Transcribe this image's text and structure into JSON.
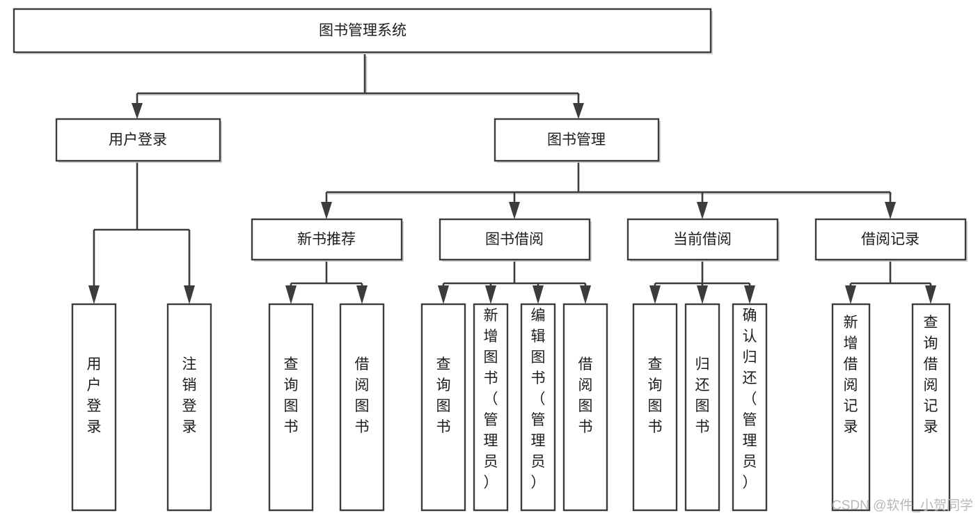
{
  "diagram": {
    "type": "tree",
    "title": "图书管理系统",
    "watermark": "CSDN @软件_小贺同学",
    "colors": {
      "background": "#ffffff",
      "box_fill": "#ffffff",
      "box_stroke": "#3c3c3c",
      "connector": "#3c3c3c",
      "shadow": "#c9c9c9",
      "text": "#1c1c1c",
      "watermark": "#b8b8b8"
    },
    "levels": {
      "root": {
        "id": "root",
        "label": "图书管理系统",
        "orientation": "horizontal"
      },
      "level2": [
        {
          "id": "user-login",
          "label": "用户登录",
          "orientation": "horizontal"
        },
        {
          "id": "book-management",
          "label": "图书管理",
          "orientation": "horizontal"
        }
      ],
      "level3": [
        {
          "id": "new-book-recommend",
          "label": "新书推荐",
          "orientation": "horizontal",
          "parent": "book-management"
        },
        {
          "id": "book-borrow",
          "label": "图书借阅",
          "orientation": "horizontal",
          "parent": "book-management"
        },
        {
          "id": "current-borrow",
          "label": "当前借阅",
          "orientation": "horizontal",
          "parent": "book-management"
        },
        {
          "id": "borrow-record",
          "label": "借阅记录",
          "orientation": "horizontal",
          "parent": "book-management"
        }
      ],
      "leaves": [
        {
          "id": "leaf-user-login",
          "label": "用户登录",
          "orientation": "vertical",
          "parent": "user-login"
        },
        {
          "id": "leaf-user-logout",
          "label": "注销登录",
          "orientation": "vertical",
          "parent": "user-login"
        },
        {
          "id": "leaf-query-book-1",
          "label": "查询图书",
          "orientation": "vertical",
          "parent": "new-book-recommend"
        },
        {
          "id": "leaf-borrow-book-1",
          "label": "借阅图书",
          "orientation": "vertical",
          "parent": "new-book-recommend"
        },
        {
          "id": "leaf-query-book-2",
          "label": "查询图书",
          "orientation": "vertical",
          "parent": "book-borrow"
        },
        {
          "id": "leaf-add-book",
          "label": "新增图书（管理员）",
          "orientation": "vertical",
          "parent": "book-borrow"
        },
        {
          "id": "leaf-edit-book",
          "label": "编辑图书（管理员）",
          "orientation": "vertical",
          "parent": "book-borrow"
        },
        {
          "id": "leaf-borrow-book-2",
          "label": "借阅图书",
          "orientation": "vertical",
          "parent": "book-borrow"
        },
        {
          "id": "leaf-query-book-3",
          "label": "查询图书",
          "orientation": "vertical",
          "parent": "current-borrow"
        },
        {
          "id": "leaf-return-book",
          "label": "归还图书",
          "orientation": "vertical",
          "parent": "current-borrow"
        },
        {
          "id": "leaf-confirm-return",
          "label": "确认归还（管理员）",
          "orientation": "vertical",
          "parent": "current-borrow"
        },
        {
          "id": "leaf-add-record",
          "label": "新增借阅记录",
          "orientation": "vertical",
          "parent": "borrow-record"
        },
        {
          "id": "leaf-query-record",
          "label": "查询借阅记录",
          "orientation": "vertical",
          "parent": "borrow-record"
        }
      ]
    }
  }
}
